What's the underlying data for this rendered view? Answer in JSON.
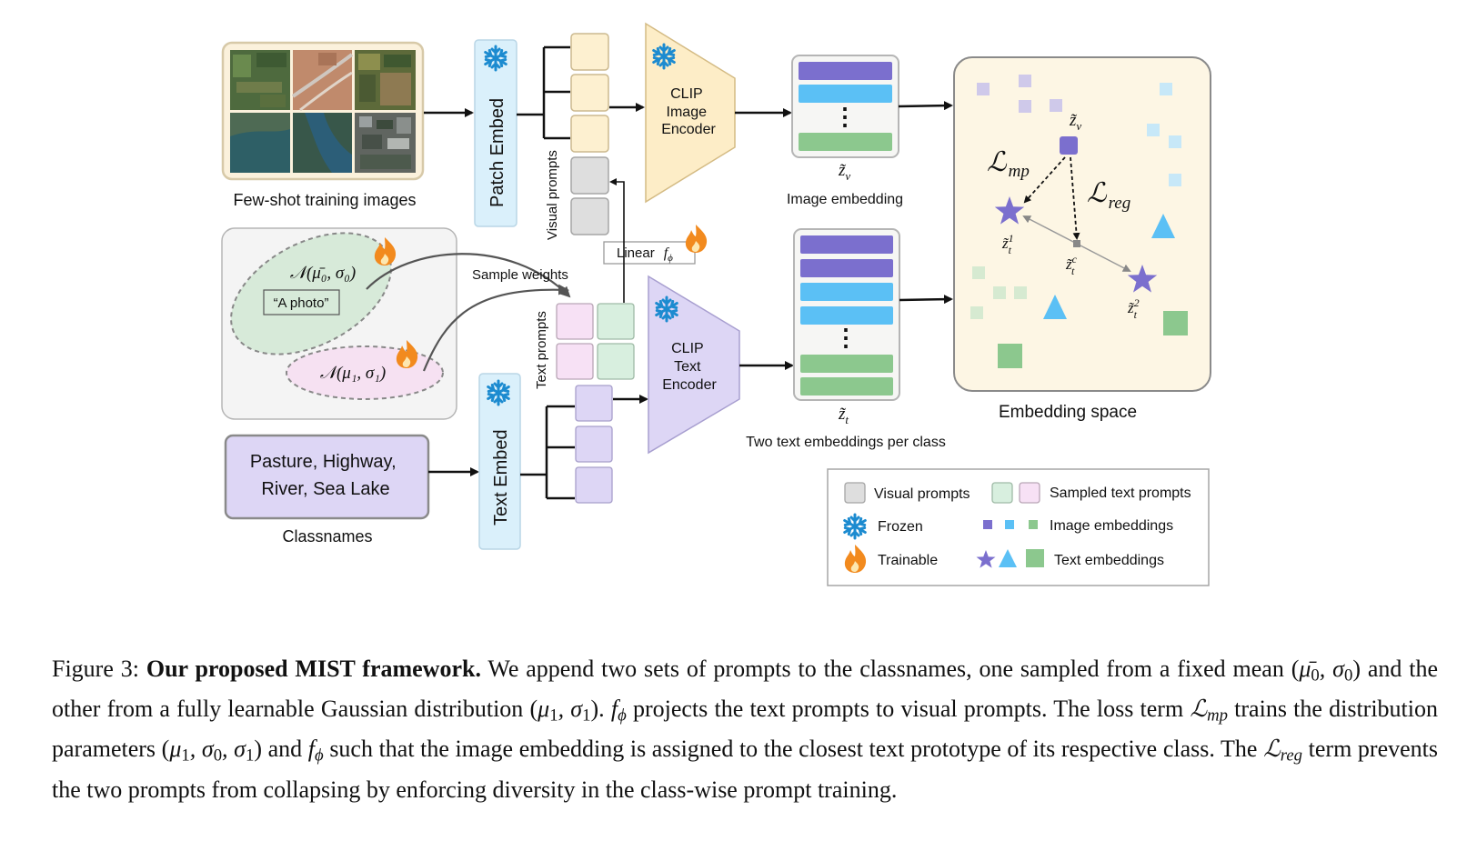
{
  "figure": {
    "labels": {
      "few_shot": "Few-shot training images",
      "patch_embed": "Patch Embed",
      "visual_prompts": "Visual prompts",
      "clip_image_encoder": [
        "CLIP",
        "Image",
        "Encoder"
      ],
      "image_embedding": "Image embedding",
      "z_v": "z̃",
      "z_v_sub": "v",
      "embedding_space": "Embedding space",
      "l_mp": "ℒ",
      "l_mp_sub": "mp",
      "l_reg": "ℒ",
      "l_reg_sub": "reg",
      "zt1": "z̃",
      "zt1_sup": "1",
      "zt_c": "z̃",
      "zt_c_sup": "c",
      "zt2": "z̃",
      "zt2_sup": "2",
      "t_sub": "t",
      "dist0": "𝒩(μ̄₀, σ₀)",
      "a_photo": "“A photo”",
      "dist1": "𝒩(μ₁, σ₁)",
      "linear": "Linear",
      "f_phi": "f",
      "f_phi_sub": "ϕ",
      "sample_weights": "Sample weights",
      "text_prompts": "Text prompts",
      "clip_text_encoder": [
        "CLIP",
        "Text",
        "Encoder"
      ],
      "z_t": "z̃",
      "z_t_sub": "t",
      "two_text": "Two text embeddings per class",
      "classnames_box": [
        "Pasture, Highway,",
        "River, Sea Lake"
      ],
      "classnames": "Classnames",
      "text_embed": "Text Embed",
      "dots": "⋮"
    },
    "legend": {
      "visual_prompts": "Visual prompts",
      "sampled_text_prompts": "Sampled text prompts",
      "frozen": "Frozen",
      "image_embeddings": "Image embeddings",
      "trainable": "Trainable",
      "text_embeddings": "Text embeddings"
    },
    "colors": {
      "purple": "#7b6fce",
      "blue": "#5bc0f5",
      "green": "#8cc88e",
      "light_blue_box": "#daf0fb",
      "cream": "#fdf2d6",
      "embed_space_bg": "#fdf6e4",
      "lavender": "#ddd6f5",
      "pink": "#f7e1f5",
      "mint": "#d8efdf",
      "gray": "#dedede",
      "fire": "#f28a1e",
      "snowflake": "#1c8bd0"
    }
  },
  "caption": {
    "prefix": "Figure 3: ",
    "bold": "Our proposed MIST framework.",
    "t1": " We append two sets of prompts to the classnames, one sampled from a fixed mean (",
    "m1": "μ̄",
    "m1s": "0",
    "m1b": ", σ",
    "m1bs": "0",
    "t2": ") and the other from a fully learnable Gaussian distribution (",
    "m2": "μ",
    "m2s": "1",
    "m2b": ", σ",
    "m2bs": "1",
    "t3": "). ",
    "m3": "f",
    "m3s": "ϕ",
    "t4": " projects the text prompts to visual prompts. The loss term ",
    "m4": "ℒ",
    "m4s": "mp",
    "t5": " trains the distribution parameters (",
    "m5": "μ",
    "m5s": "1",
    "m5b": ", σ",
    "m5bs": "0",
    "m5c": ", σ",
    "m5cs": "1",
    "t6": ") and ",
    "m6": "f",
    "m6s": "ϕ",
    "t7": " such that the image embedding is assigned to the closest text prototype of its respective class. The ",
    "m7": "ℒ",
    "m7s": "reg",
    "t8": " term prevents the two prompts from collapsing by enforcing diversity in the class-wise prompt training."
  }
}
